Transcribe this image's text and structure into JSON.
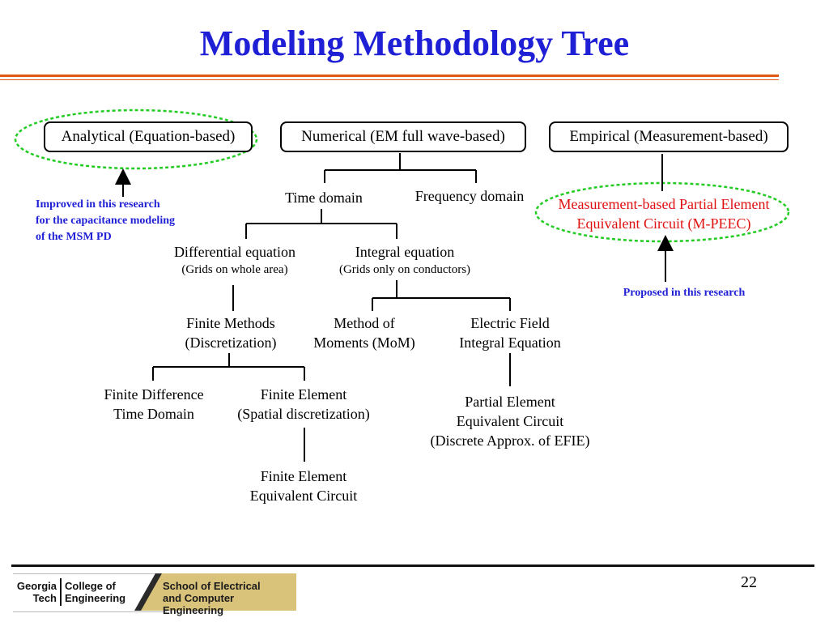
{
  "title": "Modeling Methodology Tree",
  "top_boxes": {
    "analytical": "Analytical (Equation-based)",
    "numerical": "Numerical (EM full wave-based)",
    "empirical": "Empirical (Measurement-based)"
  },
  "numerical_branch": {
    "time_domain": "Time domain",
    "frequency_domain": "Frequency domain",
    "differential_equation": "Differential equation",
    "differential_note": "(Grids on whole area)",
    "integral_equation": "Integral equation",
    "integral_note": "(Grids only on conductors)",
    "finite_methods_1": "Finite Methods",
    "finite_methods_2": "(Discretization)",
    "mom_1": "Method of",
    "mom_2": "Moments (MoM)",
    "efie_1": "Electric Field",
    "efie_2": "Integral Equation",
    "fdtd_1": "Finite Difference",
    "fdtd_2": "Time Domain",
    "fe_1": "Finite Element",
    "fe_2": "(Spatial discretization)",
    "fec_1": "Finite Element",
    "fec_2": "Equivalent Circuit",
    "peec_1": "Partial Element",
    "peec_2": "Equivalent Circuit",
    "peec_3": "(Discrete Approx. of EFIE)"
  },
  "empirical_branch": {
    "mpeec_1": "Measurement-based Partial Element",
    "mpeec_2": "Equivalent Circuit (M-PEEC)"
  },
  "notes": {
    "improved_1": "Improved in this research",
    "improved_2": "for the capacitance modeling",
    "improved_3": "of the MSM PD",
    "proposed": "Proposed in this research"
  },
  "footer": {
    "page_number": "22",
    "logo_gt_1": "Georgia",
    "logo_gt_2": "Tech",
    "logo_coe_1": "College of",
    "logo_coe_2": "Engineering",
    "logo_school_1": "School of Electrical",
    "logo_school_2": "and Computer Engineering"
  },
  "colors": {
    "title": "#1f1fd6",
    "accent_rule": "#e05a14",
    "highlight_ellipse": "#22cc22",
    "proposed_text": "#e01010"
  }
}
